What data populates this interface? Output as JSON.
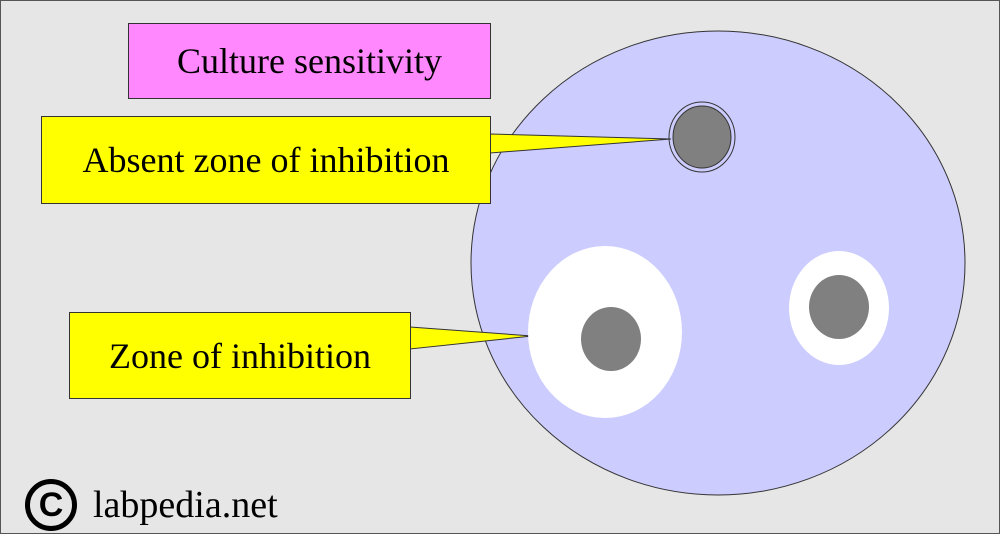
{
  "title": "Culture sensitivity",
  "callouts": {
    "absent_zone": "Absent zone of inhibition",
    "zone": "Zone of inhibition"
  },
  "footer": {
    "copyright_symbol": "C",
    "site": "labpedia.net"
  },
  "colors": {
    "background": "#e6e6e6",
    "plate": "#ccccff",
    "title_box": "#ff88ff",
    "callout_box": "#ffff00",
    "disc": "#808080",
    "inhibition_zone": "#ffffff"
  }
}
